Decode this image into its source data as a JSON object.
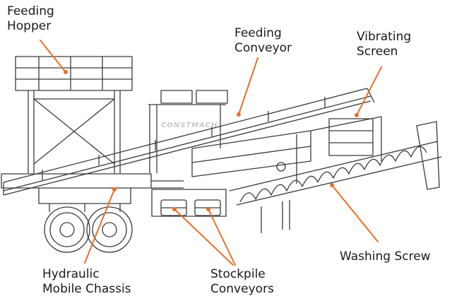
{
  "watermark": "CONSTMACH",
  "accent_color": "#e8702a",
  "line_color": "#3a3a3a",
  "labels": {
    "feeding_hopper": [
      "Feeding",
      "Hopper"
    ],
    "feeding_conveyor": [
      "Feeding",
      "Conveyor"
    ],
    "vibrating_screen": [
      "Vibrating",
      "Screen"
    ],
    "washing_screw": [
      "Washing Screw"
    ],
    "hydraulic_mobile_chassis": [
      "Hydraulic",
      "Mobile Chassis"
    ],
    "stockpile_conveyors": [
      "Stockpile",
      "Conveyors"
    ]
  }
}
